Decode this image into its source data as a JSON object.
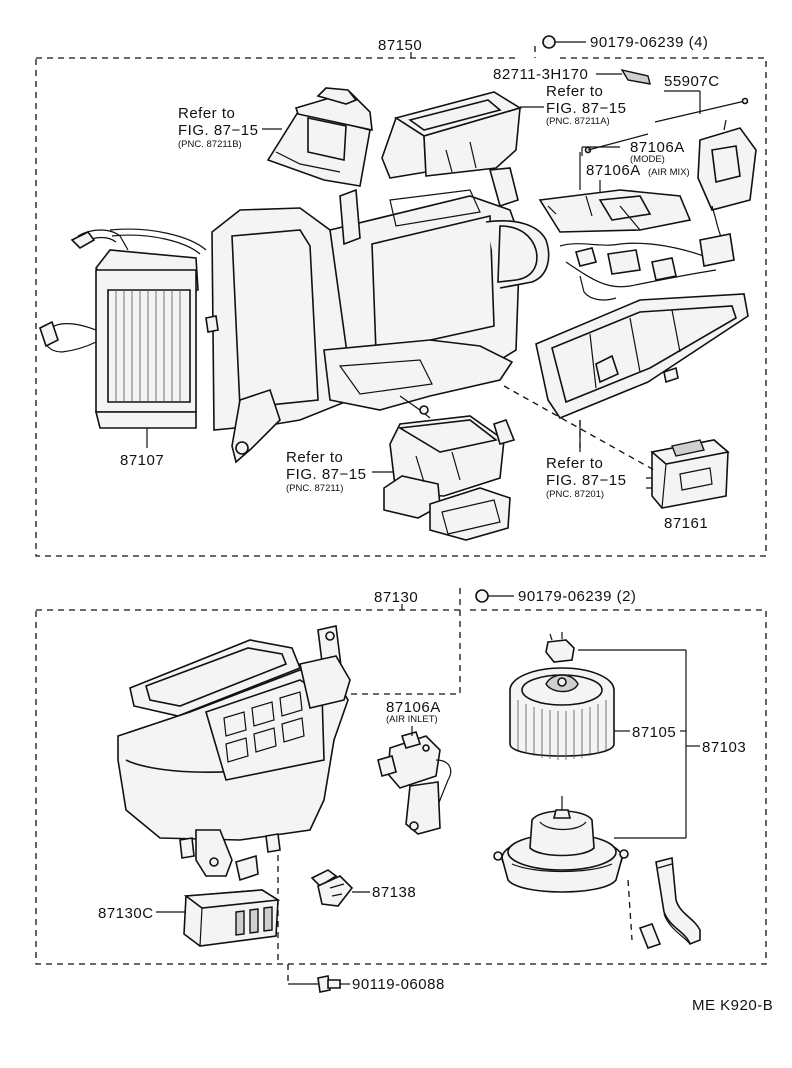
{
  "labels": {
    "upper_assembly": "87150",
    "clip_top": "90179-06239 (4)",
    "clip_mid": "90179-06239 (2)",
    "bolt": "90119-06088",
    "clamp": "82711-3H170",
    "rod": "55907C",
    "heater_core": "87107",
    "servo_mode": "87106A",
    "servo_mode_sub": "(MODE)",
    "servo_airmix": "87106A",
    "servo_airmix_sub": "(AIR MIX)",
    "amplifier": "87161",
    "blower_assembly": "87130",
    "servo_inlet": "87106A",
    "servo_inlet_sub": "(AIR INLET)",
    "blower_fan": "87105",
    "blower_motor": "87103",
    "resistor": "87138",
    "blower_case_part": "87130C",
    "diagram_code": "ME K920-B"
  },
  "refs": [
    {
      "line1": "Refer to",
      "line2": "FIG. 87−15",
      "line3": "(PNC. 87211B)"
    },
    {
      "line1": "Refer to",
      "line2": "FIG. 87−15",
      "line3": "(PNC. 87211A)"
    },
    {
      "line1": "Refer to",
      "line2": "FIG. 87−15",
      "line3": "(PNC. 87211)"
    },
    {
      "line1": "Refer to",
      "line2": "FIG. 87−15",
      "line3": "(PNC. 87201)"
    }
  ]
}
